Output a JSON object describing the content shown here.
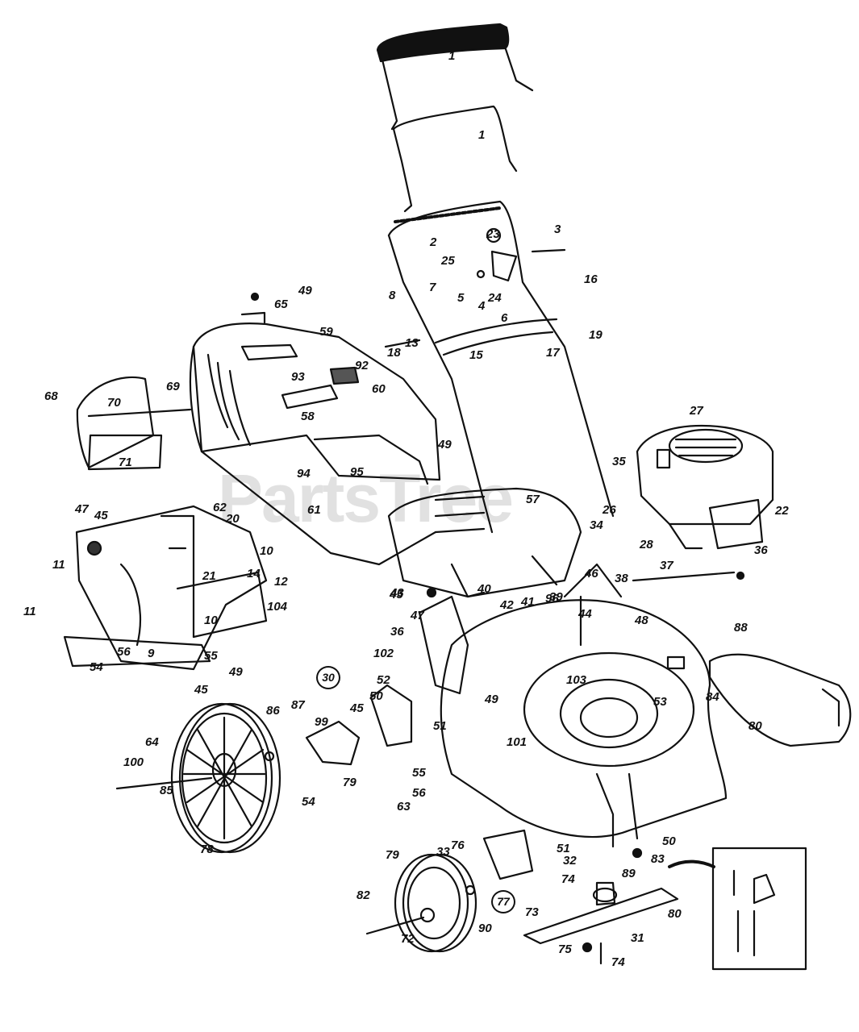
{
  "watermark": "PartsTree",
  "labels": [
    {
      "id": "1a",
      "text": "1"
    },
    {
      "id": "1b",
      "text": "1"
    },
    {
      "id": "2",
      "text": "2"
    },
    {
      "id": "3",
      "text": "3"
    },
    {
      "id": "23",
      "text": "23"
    },
    {
      "id": "25",
      "text": "25"
    },
    {
      "id": "5",
      "text": "5"
    },
    {
      "id": "4",
      "text": "4"
    },
    {
      "id": "24",
      "text": "24"
    },
    {
      "id": "16",
      "text": "16"
    },
    {
      "id": "6",
      "text": "6"
    },
    {
      "id": "8",
      "text": "8"
    },
    {
      "id": "7",
      "text": "7"
    },
    {
      "id": "13",
      "text": "13"
    },
    {
      "id": "18",
      "text": "18"
    },
    {
      "id": "15",
      "text": "15"
    },
    {
      "id": "17",
      "text": "17"
    },
    {
      "id": "19",
      "text": "19"
    },
    {
      "id": "49a",
      "text": "49"
    },
    {
      "id": "65",
      "text": "65"
    },
    {
      "id": "59",
      "text": "59"
    },
    {
      "id": "92",
      "text": "92"
    },
    {
      "id": "93",
      "text": "93"
    },
    {
      "id": "60",
      "text": "60"
    },
    {
      "id": "58",
      "text": "58"
    },
    {
      "id": "49b",
      "text": "49"
    },
    {
      "id": "94",
      "text": "94"
    },
    {
      "id": "95",
      "text": "95"
    },
    {
      "id": "68",
      "text": "68"
    },
    {
      "id": "69",
      "text": "69"
    },
    {
      "id": "70",
      "text": "70"
    },
    {
      "id": "71",
      "text": "71"
    },
    {
      "id": "62",
      "text": "62"
    },
    {
      "id": "20",
      "text": "20"
    },
    {
      "id": "61",
      "text": "61"
    },
    {
      "id": "57",
      "text": "57"
    },
    {
      "id": "27",
      "text": "27"
    },
    {
      "id": "35",
      "text": "35"
    },
    {
      "id": "26",
      "text": "26"
    },
    {
      "id": "22",
      "text": "22"
    },
    {
      "id": "28",
      "text": "28"
    },
    {
      "id": "34",
      "text": "34"
    },
    {
      "id": "36a",
      "text": "36"
    },
    {
      "id": "37",
      "text": "37"
    },
    {
      "id": "38",
      "text": "38"
    },
    {
      "id": "46",
      "text": "46"
    },
    {
      "id": "39",
      "text": "39"
    },
    {
      "id": "45a",
      "text": "45"
    },
    {
      "id": "47a",
      "text": "47"
    },
    {
      "id": "45b",
      "text": "45"
    },
    {
      "id": "11a",
      "text": "11"
    },
    {
      "id": "10a",
      "text": "10"
    },
    {
      "id": "12",
      "text": "12"
    },
    {
      "id": "21",
      "text": "21"
    },
    {
      "id": "14",
      "text": "14"
    },
    {
      "id": "104",
      "text": "104"
    },
    {
      "id": "11b",
      "text": "11"
    },
    {
      "id": "10b",
      "text": "10"
    },
    {
      "id": "55a",
      "text": "55"
    },
    {
      "id": "54a",
      "text": "54"
    },
    {
      "id": "56a",
      "text": "56"
    },
    {
      "id": "9",
      "text": "9"
    },
    {
      "id": "45c",
      "text": "45"
    },
    {
      "id": "43",
      "text": "43"
    },
    {
      "id": "47b",
      "text": "47"
    },
    {
      "id": "40",
      "text": "40"
    },
    {
      "id": "42",
      "text": "42"
    },
    {
      "id": "41",
      "text": "41"
    },
    {
      "id": "96",
      "text": "96"
    },
    {
      "id": "44",
      "text": "44"
    },
    {
      "id": "48",
      "text": "48"
    },
    {
      "id": "36b",
      "text": "36"
    },
    {
      "id": "102",
      "text": "102"
    },
    {
      "id": "88",
      "text": "88",
      "circle": true
    },
    {
      "id": "30",
      "text": "30"
    },
    {
      "id": "49c",
      "text": "49"
    },
    {
      "id": "52",
      "text": "52"
    },
    {
      "id": "103",
      "text": "103"
    },
    {
      "id": "53",
      "text": "53"
    },
    {
      "id": "84",
      "text": "84"
    },
    {
      "id": "50a",
      "text": "50"
    },
    {
      "id": "49d",
      "text": "49"
    },
    {
      "id": "45d",
      "text": "45"
    },
    {
      "id": "51a",
      "text": "51"
    },
    {
      "id": "101",
      "text": "101"
    },
    {
      "id": "80a",
      "text": "80"
    },
    {
      "id": "86",
      "text": "86"
    },
    {
      "id": "87",
      "text": "87"
    },
    {
      "id": "99",
      "text": "99"
    },
    {
      "id": "64",
      "text": "64"
    },
    {
      "id": "100",
      "text": "100"
    },
    {
      "id": "85",
      "text": "85"
    },
    {
      "id": "79a",
      "text": "79"
    },
    {
      "id": "54b",
      "text": "54"
    },
    {
      "id": "55b",
      "text": "55"
    },
    {
      "id": "56b",
      "text": "56"
    },
    {
      "id": "63",
      "text": "63"
    },
    {
      "id": "78",
      "text": "78"
    },
    {
      "id": "76",
      "text": "76"
    },
    {
      "id": "51b",
      "text": "51"
    },
    {
      "id": "50b",
      "text": "50"
    },
    {
      "id": "83",
      "text": "83"
    },
    {
      "id": "79b",
      "text": "79"
    },
    {
      "id": "33",
      "text": "33"
    },
    {
      "id": "32",
      "text": "32"
    },
    {
      "id": "74a",
      "text": "74"
    },
    {
      "id": "89",
      "text": "89"
    },
    {
      "id": "82",
      "text": "82",
      "circle": true
    },
    {
      "id": "77",
      "text": "77"
    },
    {
      "id": "73",
      "text": "73"
    },
    {
      "id": "80b",
      "text": "80"
    },
    {
      "id": "90",
      "text": "90"
    },
    {
      "id": "72",
      "text": "72"
    },
    {
      "id": "31",
      "text": "31"
    },
    {
      "id": "75",
      "text": "75"
    },
    {
      "id": "74b",
      "text": "74"
    }
  ]
}
